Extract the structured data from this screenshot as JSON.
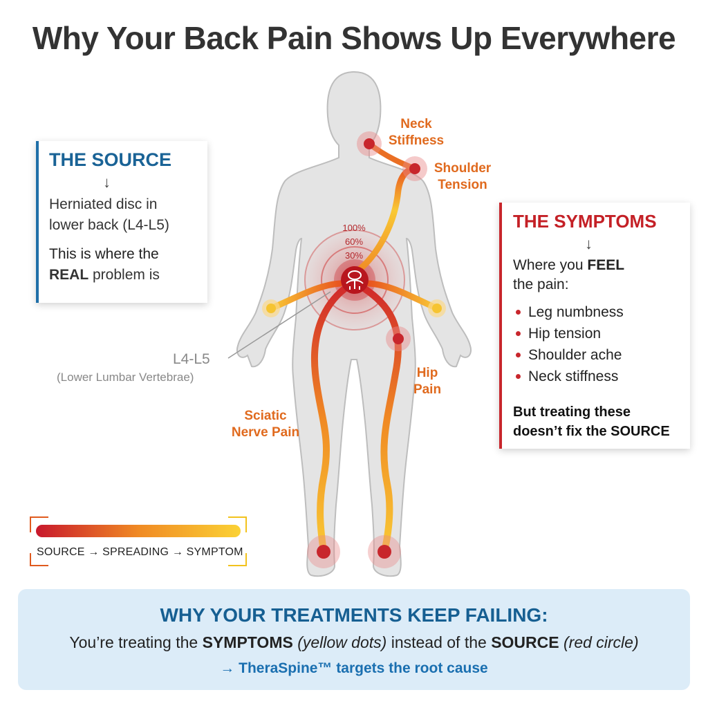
{
  "title": "Why Your Back Pain Shows Up Everywhere",
  "source_card": {
    "title": "THE SOURCE",
    "arrow": "↓",
    "desc_line1": "Herniated disc in",
    "desc_line2": "lower back (L4-L5)",
    "real_line1": "This is where the",
    "real_bold": "REAL",
    "real_rest": " problem is"
  },
  "symptoms_card": {
    "title": "THE SYMPTOMS",
    "arrow": "↓",
    "intro_pre": "Where you ",
    "intro_bold": "FEEL",
    "intro_line2": "the pain:",
    "items": [
      "Leg numbness",
      "Hip tension",
      "Shoulder ache",
      "Neck stiffness"
    ],
    "but_line1": "But treating these",
    "but_line2": "doesn’t fix the SOURCE"
  },
  "labels": {
    "neck_1": "Neck",
    "neck_2": "Stiffness",
    "shoulder_1": "Shoulder",
    "shoulder_2": "Tension",
    "hip_1": "Hip",
    "hip_2": "Pain",
    "sciatic_1": "Sciatic",
    "sciatic_2": "Nerve Pain",
    "pct_100": "100%",
    "pct_60": "60%",
    "pct_30": "30%",
    "l45": "L4-L5",
    "l45_sub": "(Lower Lumbar Vertebrae)"
  },
  "legend": {
    "text": "SOURCE → SPREADING → SYMPTOM"
  },
  "banner": {
    "heading": "WHY YOUR TREATMENTS KEEP FAILING:",
    "b1": "You’re treating the ",
    "b2": "SYMPTOMS",
    "b3": " (yellow dots)",
    "b4": " instead of the ",
    "b5": "SOURCE",
    "b6": " (red circle)",
    "foot": "→ TheraSpine™ targets the root cause"
  },
  "colors": {
    "source_red": "#c8262c",
    "symptom_yellow": "#f6c431",
    "spread_orange": "#f08a24",
    "source_blue": "#1a6396",
    "body_gray": "#e3e3e3"
  }
}
